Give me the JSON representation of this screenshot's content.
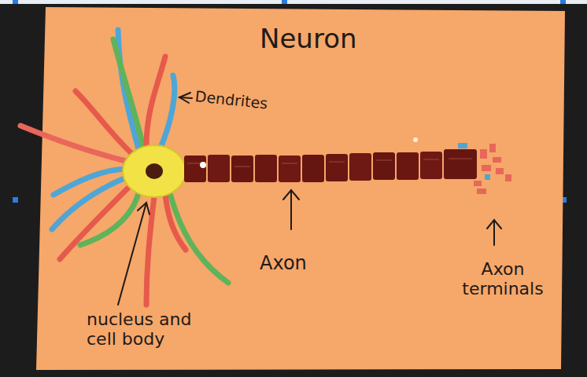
{
  "diagram": {
    "title": "Neuron",
    "labels": [
      "Dendrites",
      "Axon",
      "Axon terminals",
      "nucleus and cell body"
    ]
  }
}
